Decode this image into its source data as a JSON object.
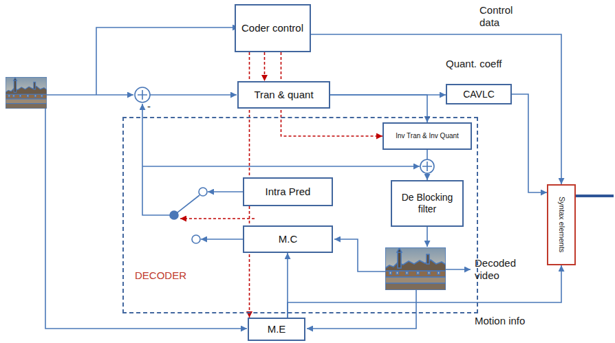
{
  "diagram": {
    "nodes": [
      {
        "text": [
          "Coder control"
        ]
      },
      {
        "text": [
          "Tran & quant"
        ]
      },
      {
        "text": [
          "CAVLC"
        ]
      },
      {
        "text": [
          "Syntax elements"
        ]
      },
      {
        "text": [
          "DECODER"
        ]
      },
      {
        "text": [
          "Inv Tran & Inv Quant"
        ],
        "in": 4
      },
      {
        "text": [
          "Intra Pred"
        ],
        "in": 4
      },
      {
        "text": [
          "De Blocking filter"
        ],
        "in": 4
      },
      {
        "text": [
          "M.C"
        ],
        "in": 4
      },
      {
        "text": [
          "M.E"
        ]
      }
    ],
    "edges": [
      {
        "from": 0,
        "to": 1,
        "arrow": "to"
      },
      {
        "from": 0,
        "to": 3,
        "arrow": "to"
      },
      {
        "from": 1,
        "to": 2,
        "arrow": "to"
      },
      {
        "from": 2,
        "to": 3,
        "arrow": "to"
      },
      {
        "from": 1,
        "to": 5,
        "arrow": "to"
      },
      {
        "from": 0,
        "to": 5,
        "arrow": "to"
      },
      {
        "from": 0,
        "to": 9,
        "arrow": "to"
      },
      {
        "from": 5,
        "to": 7,
        "arrow": "to"
      },
      {
        "from": 9,
        "to": 8,
        "arrow": "to"
      },
      {
        "from": 9,
        "to": 3,
        "arrow": "to"
      }
    ],
    "labels": [
      "Control data",
      "Quant. coeff",
      "-",
      "Decoded video",
      "Motion info"
    ]
  }
}
